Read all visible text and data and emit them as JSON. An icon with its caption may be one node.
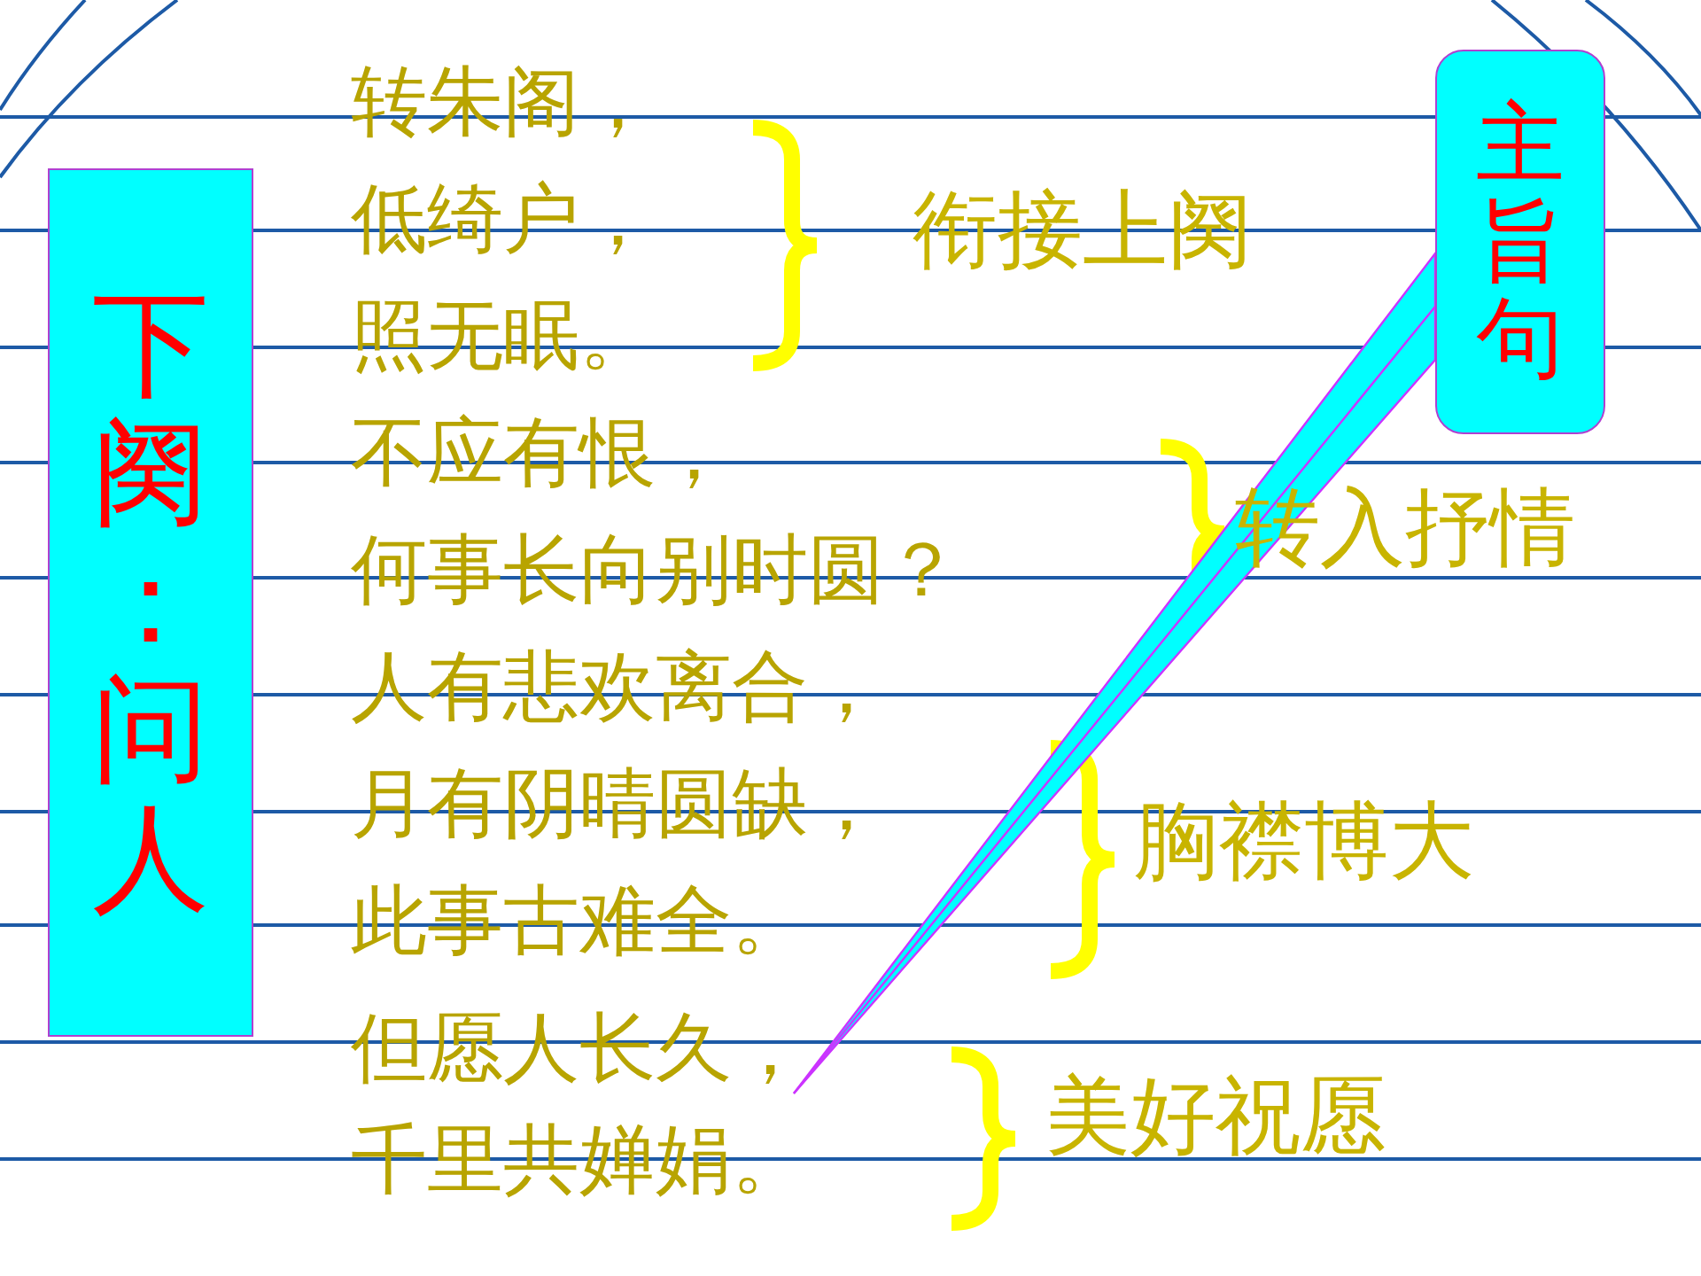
{
  "diagram": {
    "nodes": [
      {
        "text": [
          "下阕：问人"
        ]
      },
      {
        "text": [
          "转朱阁，"
        ]
      },
      {
        "text": [
          "低绮户，"
        ]
      },
      {
        "text": [
          "照无眠。"
        ]
      },
      {
        "text": [
          "不应有恨，"
        ]
      },
      {
        "text": [
          "何事长向别时圆？"
        ]
      },
      {
        "text": [
          "人有悲欢离合，"
        ]
      },
      {
        "text": [
          "月有阴晴圆缺，"
        ]
      },
      {
        "text": [
          "此事古难全。"
        ]
      },
      {
        "text": [
          "但愿人长久，"
        ]
      },
      {
        "text": [
          "千里共婵娟。"
        ]
      },
      {
        "text": [
          "主旨句"
        ]
      }
    ],
    "edges": [
      {
        "from": 11,
        "to": 9,
        "arrow": "none"
      }
    ],
    "labels": [
      "衔接上阕",
      "转入抒情",
      "胸襟博大",
      "美好祝愿"
    ]
  }
}
